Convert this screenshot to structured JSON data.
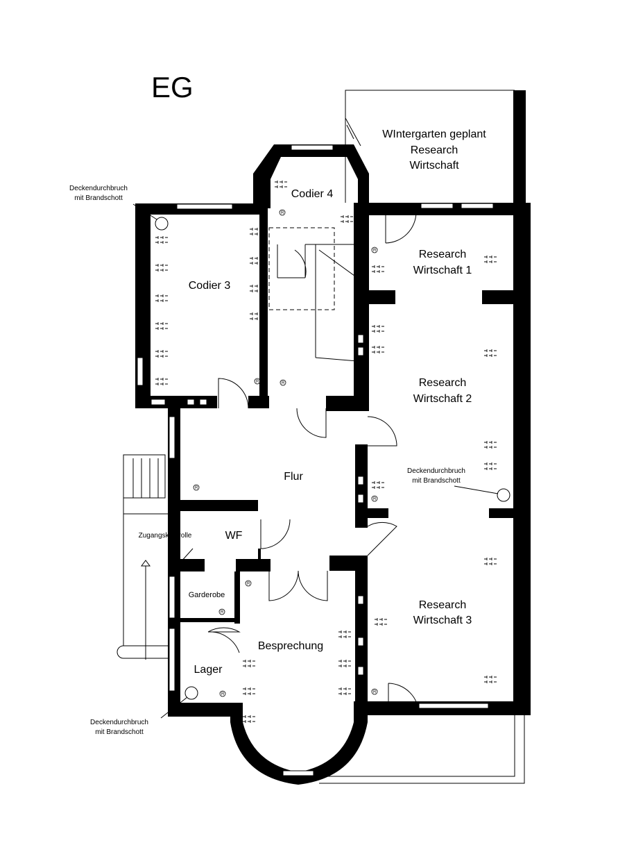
{
  "floor_label": "EG",
  "rooms": {
    "wintergarten": [
      "WIntergarten geplant",
      "Research",
      "Wirtschaft"
    ],
    "codier4": "Codier 4",
    "codier3": "Codier 3",
    "rw1": [
      "Research",
      "Wirtschaft 1"
    ],
    "rw2": [
      "Research",
      "Wirtschaft 2"
    ],
    "rw3": [
      "Research",
      "Wirtschaft 3"
    ],
    "flur": "Flur",
    "wf": "WF",
    "garderobe": "Garderobe",
    "lager": "Lager",
    "besprechung": "Besprechung"
  },
  "annotations": {
    "deckendurchbruch_line1": "Deckendurchbruch",
    "deckendurchbruch_line2": "mit Brandschott",
    "zugangskontrolle": "Zugangskontrolle"
  },
  "symbols": {
    "registered": "R"
  },
  "colors": {
    "wall": "#000000",
    "background": "#ffffff"
  }
}
